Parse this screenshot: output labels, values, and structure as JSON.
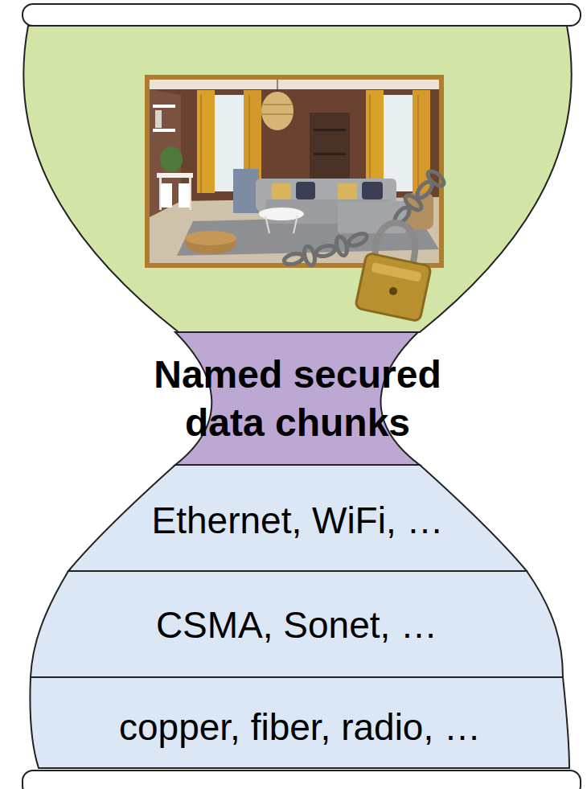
{
  "diagram": {
    "nodes": [
      {
        "text": [
          "Named secured data chunks"
        ]
      },
      {
        "text": [
          "Ethernet, WiFi, …"
        ]
      },
      {
        "text": [
          "CSMA, Sonet, …"
        ]
      },
      {
        "text": [
          "copper, fiber, radio, …"
        ]
      }
    ]
  }
}
